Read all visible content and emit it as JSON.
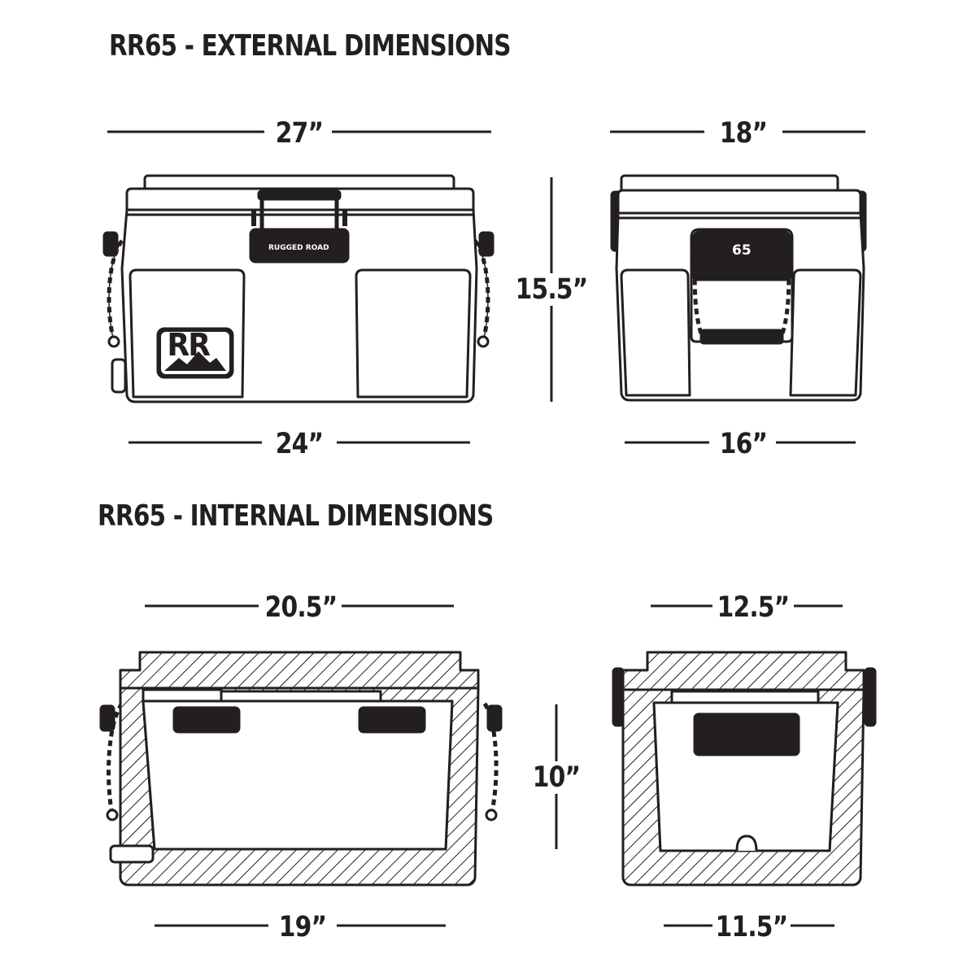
{
  "headings": {
    "external": "RR65 - EXTERNAL DIMENSIONS",
    "internal": "RR65 - INTERNAL DIMENSIONS"
  },
  "external": {
    "front_top_width": "27”",
    "front_bottom_width": "24”",
    "height": "15.5”",
    "side_top_width": "18”",
    "side_bottom_width": "16”"
  },
  "internal": {
    "front_top_width": "20.5”",
    "front_bottom_width": "19”",
    "height": "10”",
    "side_top_width": "12.5”",
    "side_bottom_width": "11.5”"
  },
  "labels": {
    "latch_brand": "RUGGED ROAD",
    "logo_letters": "RR",
    "side_badge": "65"
  },
  "colors": {
    "ink": "#231f20",
    "fill": "#ffffff"
  }
}
